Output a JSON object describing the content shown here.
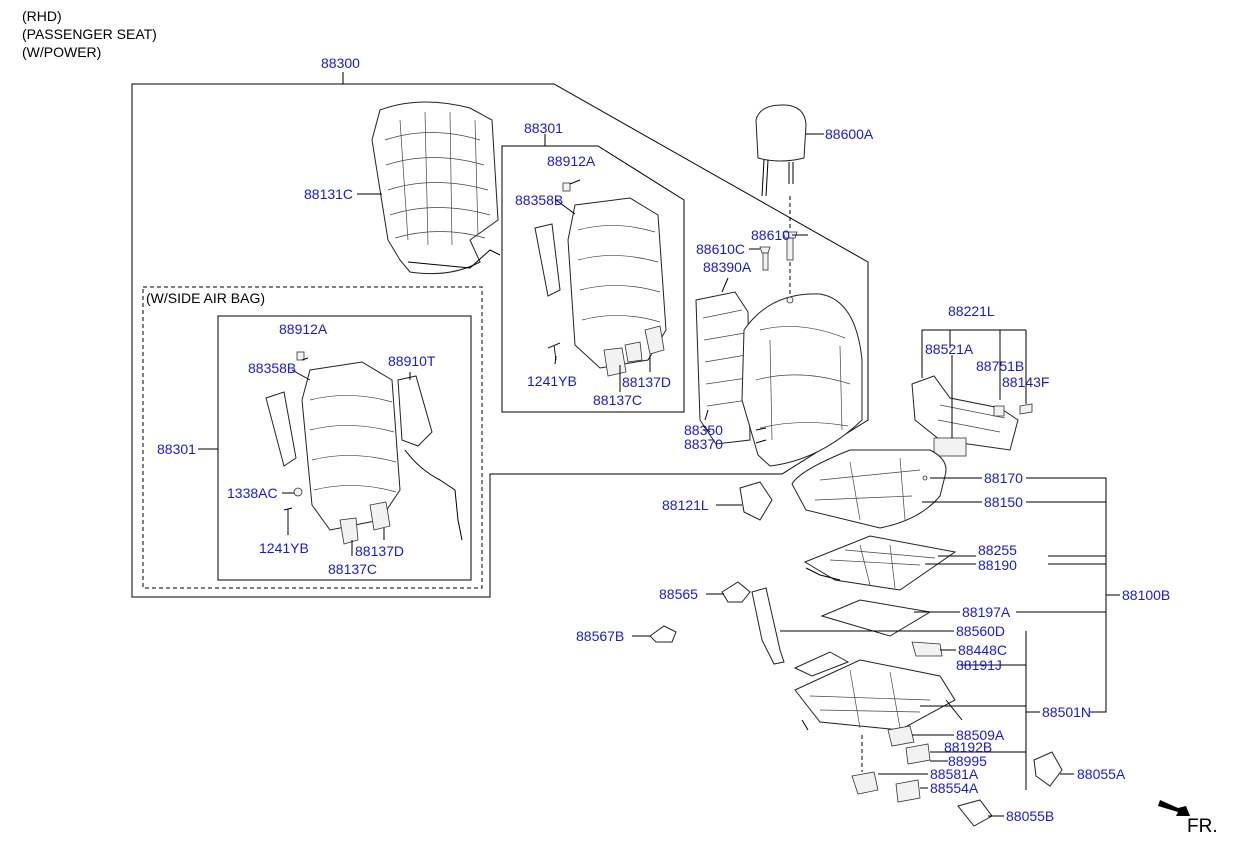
{
  "header_notes": [
    "(RHD)",
    "(PASSENGER SEAT)",
    "(W/POWER)"
  ],
  "box_labels": {
    "side_air_bag": "(W/SIDE AIR BAG)"
  },
  "direction_label": "FR.",
  "colors": {
    "part_number": "#1a1ad0",
    "lines": "#000000"
  },
  "parts": {
    "p88300": "88300",
    "p88131C": "88131C",
    "p88301_top": "88301",
    "p88912A_top": "88912A",
    "p88358B_top": "88358B",
    "p1241YB_top": "1241YB",
    "p88137D_top": "88137D",
    "p88137C_top": "88137C",
    "p88600A": "88600A",
    "p88610": "88610",
    "p88610C": "88610C",
    "p88390A": "88390A",
    "p88350": "88350",
    "p88370": "88370",
    "p88912A_ab": "88912A",
    "p88358B_ab": "88358B",
    "p88910T": "88910T",
    "p88301_ab": "88301",
    "p1338AC": "1338AC",
    "p1241YB_ab": "1241YB",
    "p88137D_ab": "88137D",
    "p88137C_ab": "88137C",
    "p88221L": "88221L",
    "p88521A": "88521A",
    "p88751B": "88751B",
    "p88143F": "88143F",
    "p88170": "88170",
    "p88150": "88150",
    "p88121L": "88121L",
    "p88255": "88255",
    "p88190": "88190",
    "p88100B": "88100B",
    "p88197A": "88197A",
    "p88565": "88565",
    "p88567B": "88567B",
    "p88560D": "88560D",
    "p88448C": "88448C",
    "p88191J": "88191J",
    "p88501N": "88501N",
    "p88509A": "88509A",
    "p88192B": "88192B",
    "p88995": "88995",
    "p88581A": "88581A",
    "p88554A": "88554A",
    "p88055A": "88055A",
    "p88055B": "88055B"
  }
}
